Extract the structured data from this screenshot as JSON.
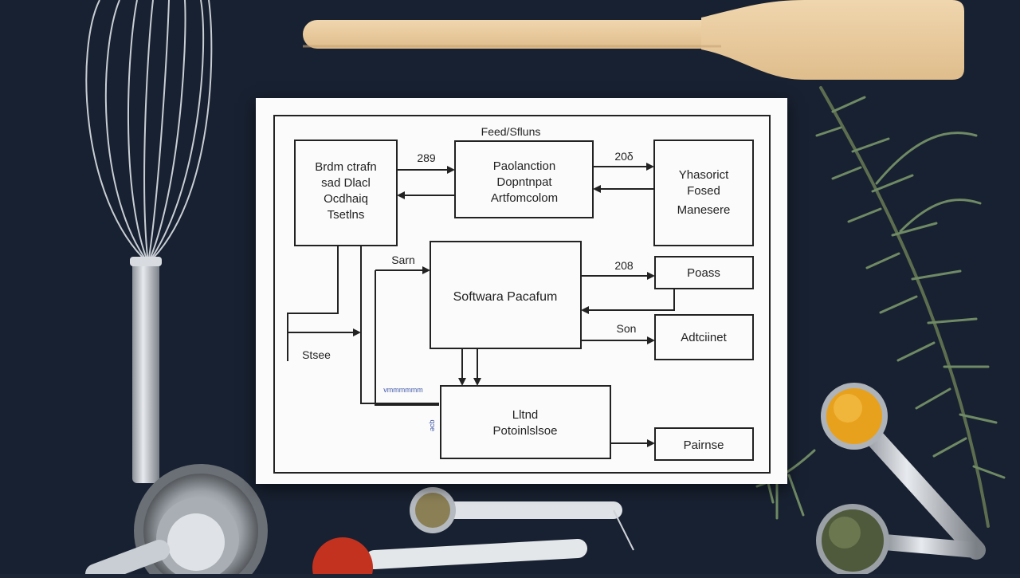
{
  "diagram": {
    "heading": "Feed/Sfluns",
    "boxes": {
      "top_left": [
        "Brdm ctrafn",
        "sad Dlacl",
        "Ocdhaiq",
        "Tsetlns"
      ],
      "top_center": [
        "Paolanction",
        "Dopntnpat",
        "Artfomcolom"
      ],
      "top_right": [
        "Yhasorict",
        "Fosed",
        "Manesere"
      ],
      "center": "Softwara Pacafum",
      "right_1": "Poass",
      "right_2": "Adtciinet",
      "bottom_center": [
        "Lltnd",
        "Potoinlslsoe"
      ],
      "bottom_right": "Pairnse"
    },
    "arrow_labels": {
      "a1": "289",
      "a2": "20δ",
      "a3": "Sarn",
      "a4": "208",
      "a5": "Son",
      "side": "Stsee",
      "small_h": "vmmmmmm",
      "small_v": "ǝcb"
    }
  },
  "colors": {
    "background": "#1b2536",
    "paper": "#fbfbfb",
    "ink": "#222222",
    "accent_blue": "#3f57a8",
    "turmeric": "#e8a11c",
    "paprika": "#c2321f",
    "rosemary": "#6f8a64"
  },
  "props": [
    "whisk-icon",
    "spatula-icon",
    "rosemary-icon",
    "measuring-spoons-icon",
    "measuring-cups-icon"
  ]
}
